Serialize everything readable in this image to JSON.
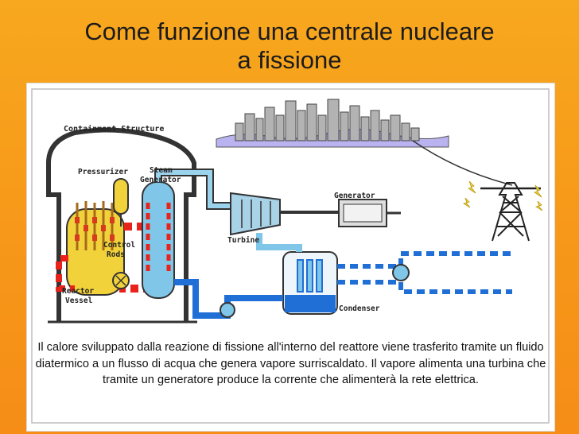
{
  "title_line1": "Come funzione una centrale nucleare",
  "title_line2": "a fissione",
  "diagram": {
    "labels": {
      "containment": "Containment Structure",
      "pressurizer": "Pressurizer",
      "steam_line1": "Steam",
      "steam_line2": "Generator",
      "control_line1": "Control",
      "control_line2": "Rods",
      "reactor_line1": "Reactor",
      "reactor_line2": "Vessel",
      "generator": "Generator",
      "turbine": "Turbine",
      "condenser": "Condenser"
    },
    "colors": {
      "hot_loop": "#e8231c",
      "cold_loop": "#1f6fd6",
      "steam": "#7fc6e8",
      "fuel": "#f2d23b",
      "sky": "#b9b3f0"
    }
  },
  "caption": "Il calore sviluppato dalla reazione di fissione all'interno del reattore viene trasferito tramite un fluido diatermico a un flusso di acqua che genera vapore surriscaldato. Il vapore alimenta una turbina che tramite un generatore produce la corrente che alimenterà la rete elettrica."
}
